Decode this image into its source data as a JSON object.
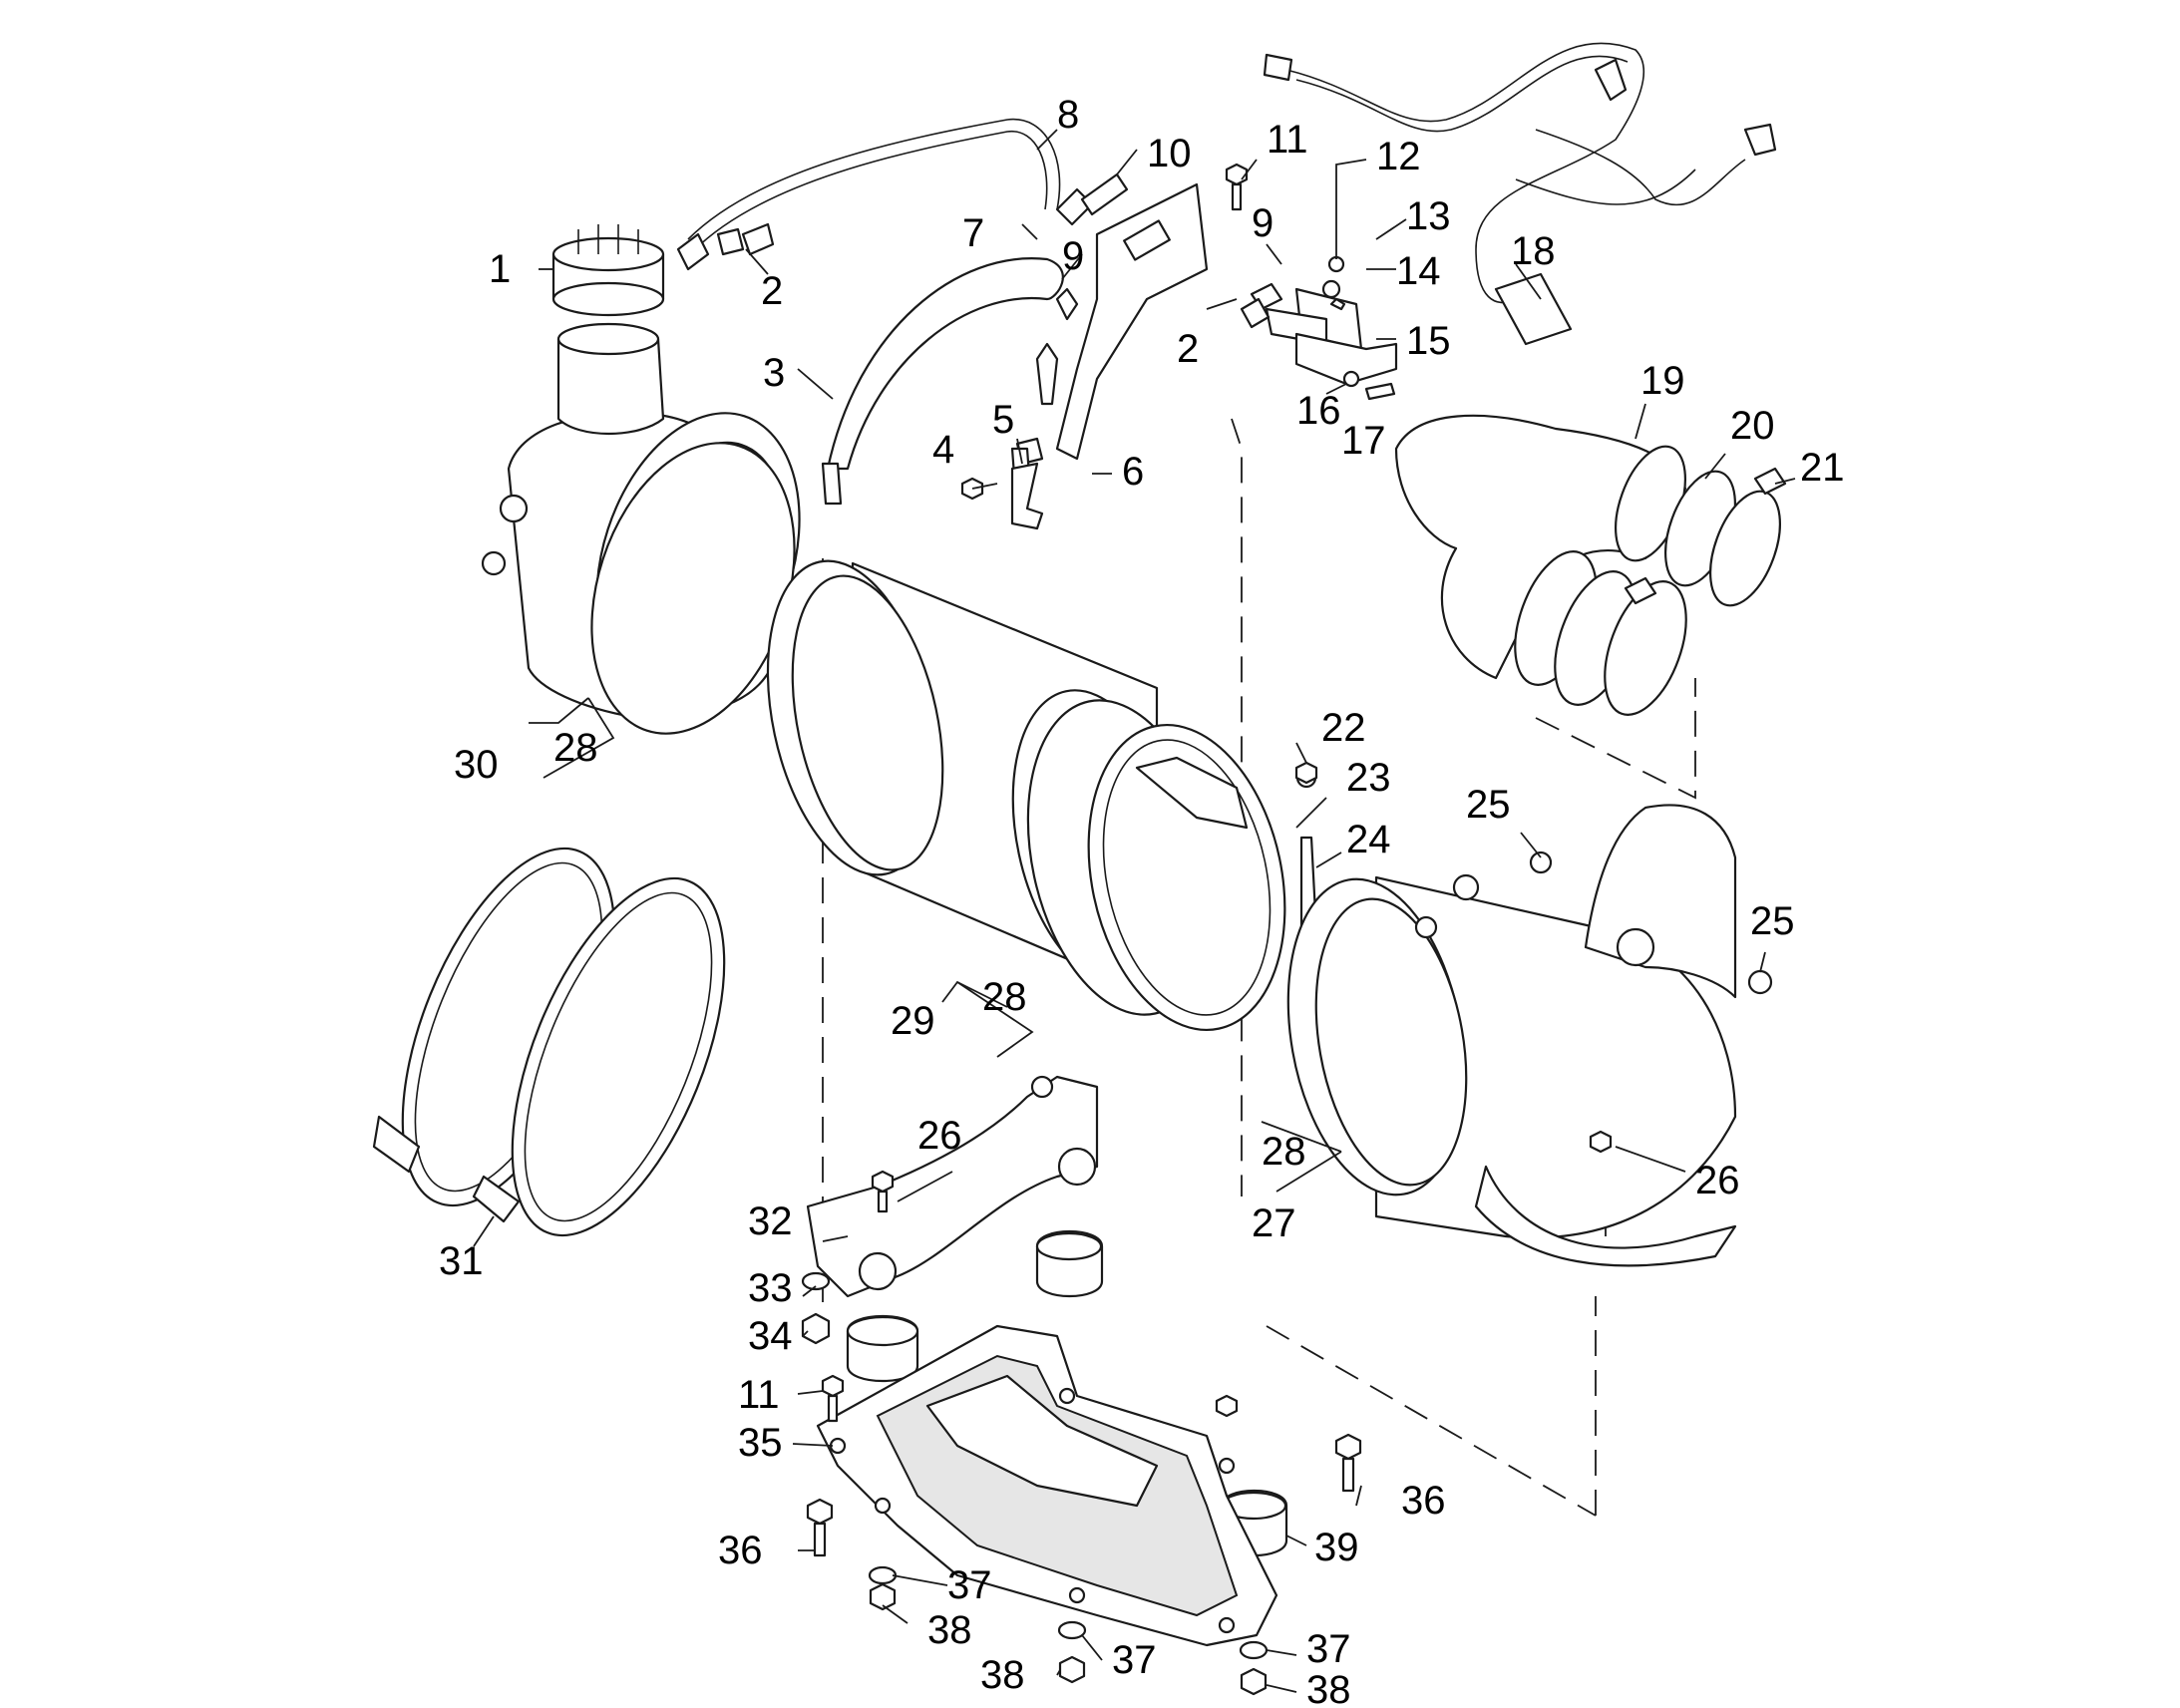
{
  "diagram": {
    "callouts": {
      "c1": "1",
      "c2a": "2",
      "c2b": "2",
      "c3": "3",
      "c4": "4",
      "c5": "5",
      "c6": "6",
      "c7": "7",
      "c8": "8",
      "c9a": "9",
      "c9b": "9",
      "c10": "10",
      "c11a": "11",
      "c11b": "11",
      "c12": "12",
      "c13": "13",
      "c14": "14",
      "c15": "15",
      "c16": "16",
      "c17": "17",
      "c18": "18",
      "c19": "19",
      "c20": "20",
      "c21": "21",
      "c22": "22",
      "c23": "23",
      "c24": "24",
      "c25a": "25",
      "c25b": "25",
      "c26a": "26",
      "c26b": "26",
      "c27": "27",
      "c28a": "28",
      "c28b": "28",
      "c28c": "28",
      "c29": "29",
      "c30": "30",
      "c31": "31",
      "c32": "32",
      "c33": "33",
      "c34": "34",
      "c35": "35",
      "c36a": "36",
      "c36b": "36",
      "c37a": "37",
      "c37b": "37",
      "c37c": "37",
      "c38a": "38",
      "c38b": "38",
      "c38c": "38",
      "c39": "39"
    }
  }
}
